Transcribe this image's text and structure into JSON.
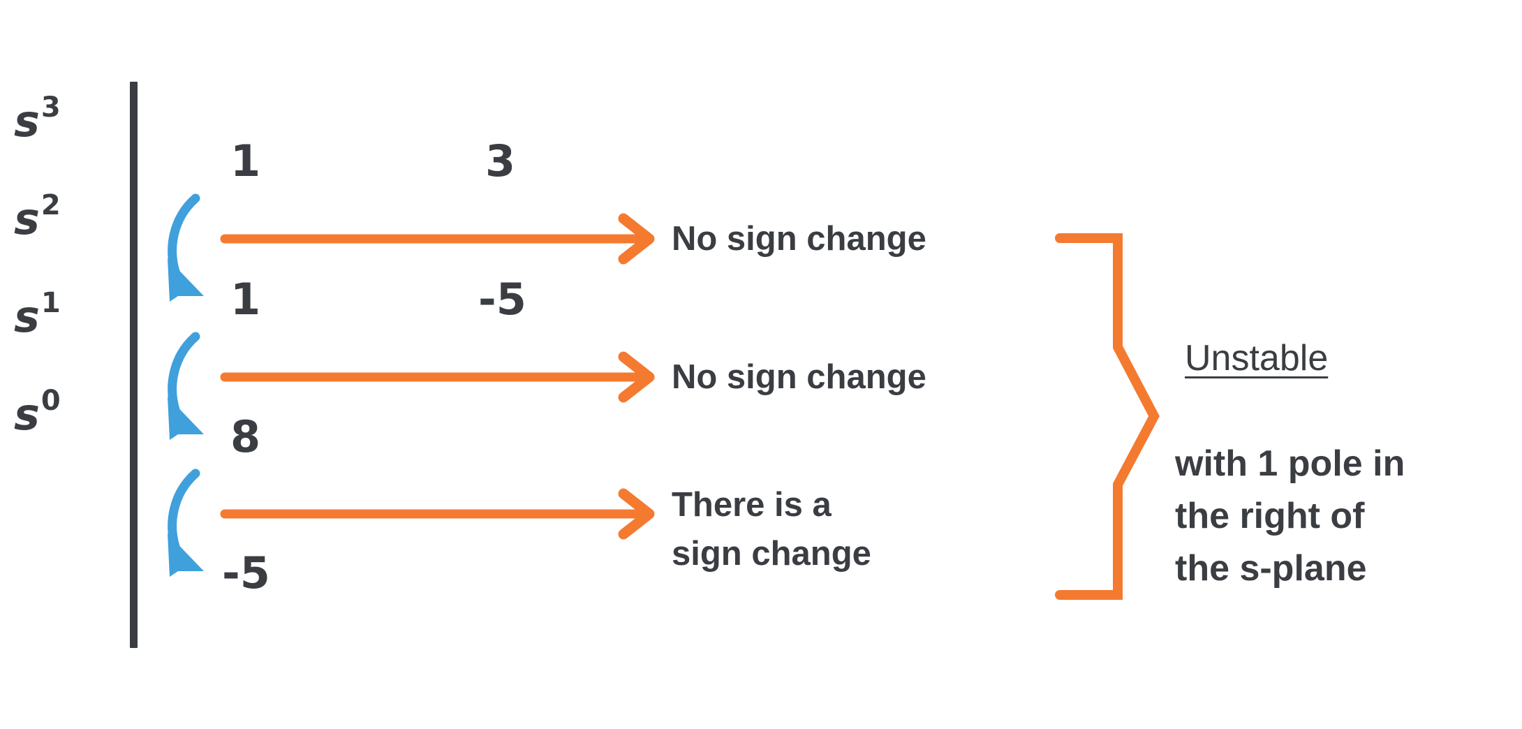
{
  "figure": {
    "kind": "routh-hurwitz-array-annotated-diagram",
    "colors": {
      "ink": "#3a3d42",
      "orange": "#f47a30",
      "blue": "#3fa0dc",
      "background": "#ffffff"
    }
  },
  "table": {
    "rows": [
      {
        "power_base": "s",
        "power_exp": "3",
        "c1": "1",
        "c2": "3"
      },
      {
        "power_base": "s",
        "power_exp": "2",
        "c1": "1",
        "c2": "-5"
      },
      {
        "power_base": "s",
        "power_exp": "1",
        "c1": "8",
        "c2": ""
      },
      {
        "power_base": "s",
        "power_exp": "0",
        "c1": "-5",
        "c2": ""
      }
    ]
  },
  "annotations": [
    {
      "text": "No sign change"
    },
    {
      "text": "No sign change"
    },
    {
      "text": "There is a\nsign change"
    }
  ],
  "verdict": {
    "title": "Unstable",
    "body": "with 1 pole in\nthe right of\nthe s-plane"
  },
  "icons": {
    "down_arrow": "curved-down-arrow-icon",
    "right_arrow": "right-arrow-icon",
    "brace": "right-curly-brace-icon",
    "divider": "vertical-divider-icon"
  }
}
